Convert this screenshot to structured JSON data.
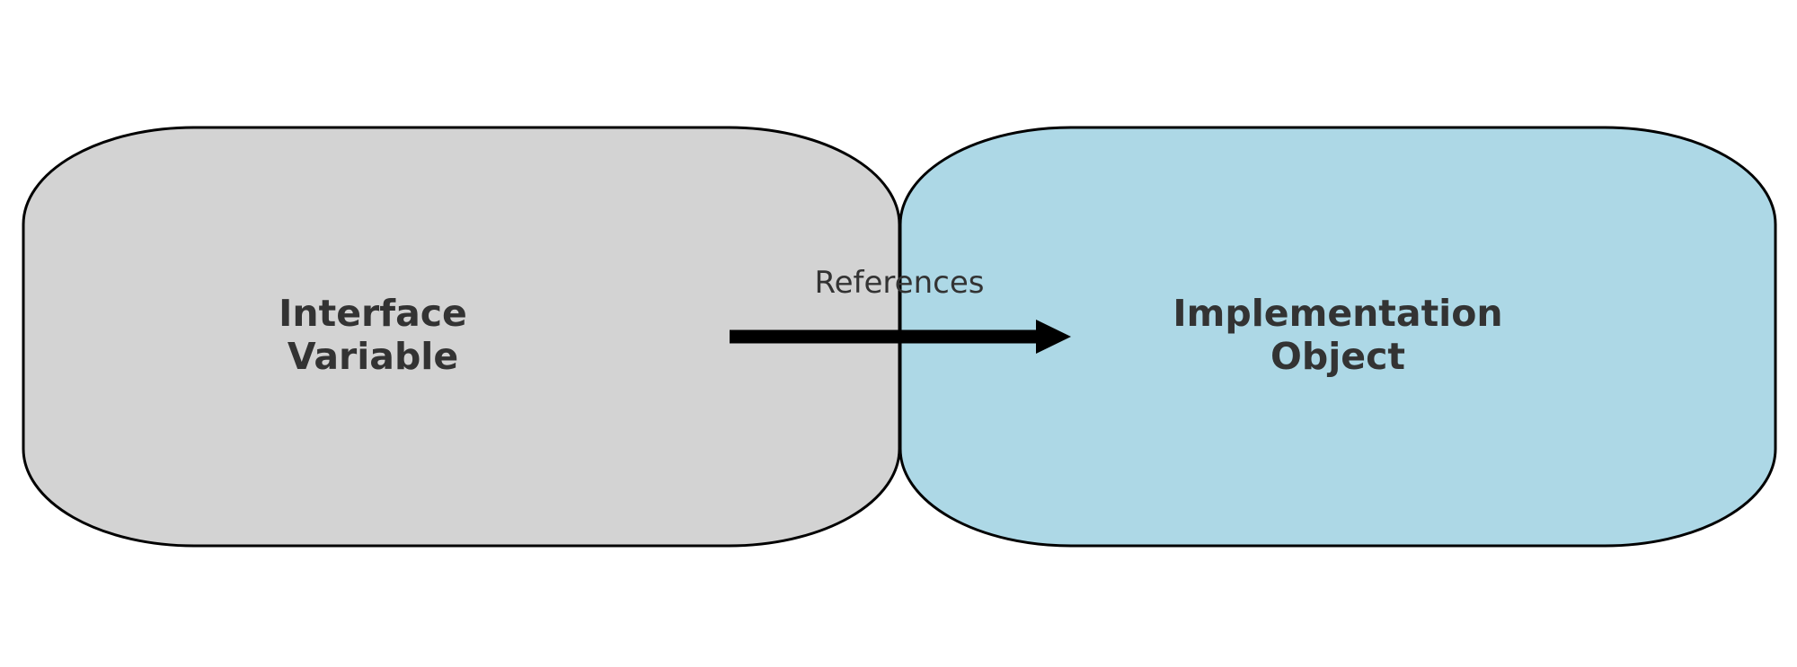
{
  "diagram": {
    "nodes": [
      {
        "id": "interface",
        "lines": [
          "Interface",
          "Variable"
        ],
        "fill": "#d3d3d3",
        "stroke": "#000000"
      },
      {
        "id": "implementation",
        "lines": [
          "Implementation",
          "Object"
        ],
        "fill": "#add8e6",
        "stroke": "#000000"
      }
    ],
    "edges": [
      {
        "from": "interface",
        "to": "implementation",
        "label": "References",
        "color": "#000000"
      }
    ]
  }
}
